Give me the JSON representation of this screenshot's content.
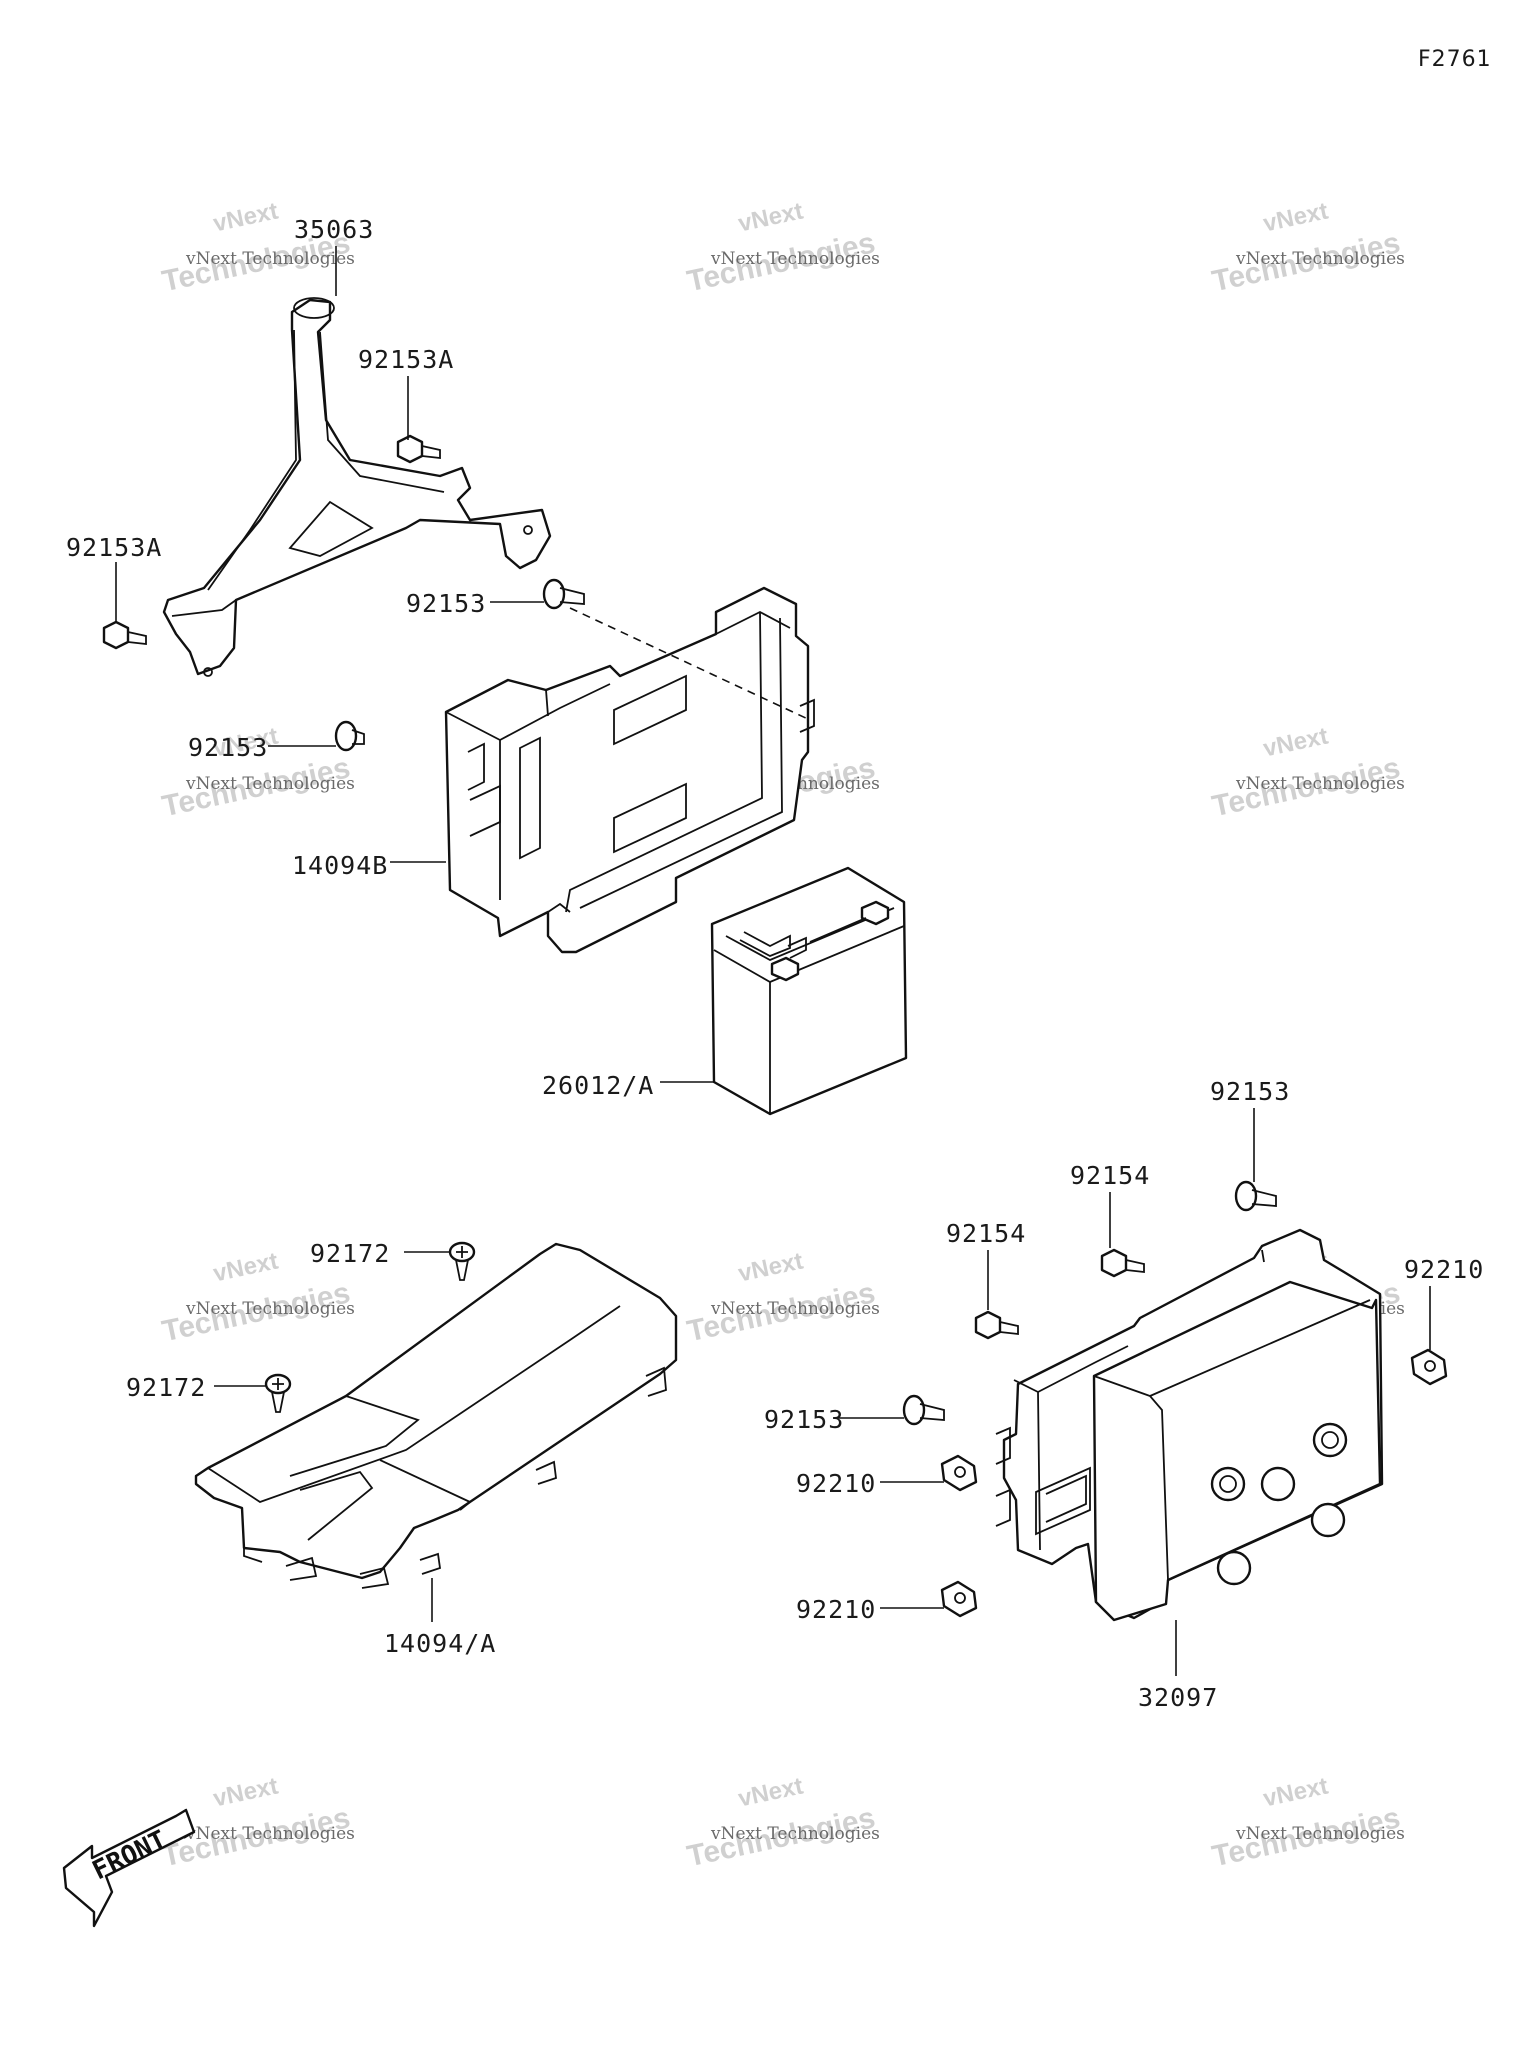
{
  "figure_code": "F2761",
  "callouts": {
    "c35063": "35063",
    "c92153A_top": "92153A",
    "c92153A_left": "92153A",
    "c92153_a": "92153",
    "c92153_b": "92153",
    "c14094B": "14094B",
    "c26012A": "26012/A",
    "c92153_c": "92153",
    "c92154_a": "92154",
    "c92154_b": "92154",
    "c92210_a": "92210",
    "c92172_a": "92172",
    "c92172_b": "92172",
    "c92153_d": "92153",
    "c92210_b": "92210",
    "c92210_c": "92210",
    "c14094A": "14094/A",
    "c32097": "32097"
  },
  "front_arrow": "FRONT",
  "watermark": {
    "line1": "vNext Technologies",
    "line2": "Technologies",
    "line3": "vNext"
  }
}
